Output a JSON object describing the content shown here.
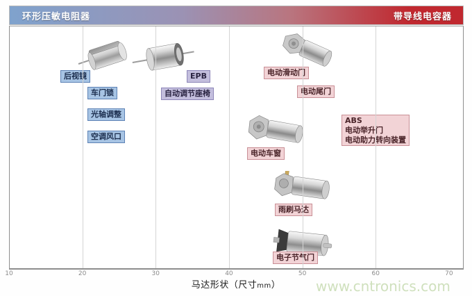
{
  "banner": {
    "left_label": "环形压敏电阻器",
    "right_label": "带导线电容器",
    "left_color": "#7fa2cd",
    "right_color": "#c0282f"
  },
  "chart_data": {
    "type": "scatter",
    "title": "",
    "xlabel": "马达形状（尺寸mm）",
    "ylabel": "",
    "xlim": [
      10,
      72
    ],
    "xticks": [
      10,
      20,
      30,
      40,
      50,
      60,
      70
    ],
    "gridlines": [
      20,
      30,
      40,
      50,
      60
    ],
    "grid": true,
    "legend": "none",
    "annotations": [
      {
        "label": "后视镜",
        "x": 18.5,
        "group": "varistor",
        "color": "#a7c4e4"
      },
      {
        "label": "车门锁",
        "x": 21.5,
        "group": "varistor",
        "color": "#a7c4e4"
      },
      {
        "label": "光轴调整",
        "x": 21.5,
        "group": "varistor",
        "color": "#a7c4e4"
      },
      {
        "label": "空调风口",
        "x": 21.5,
        "group": "varistor",
        "color": "#a7c4e4"
      },
      {
        "label": "EPB",
        "x": 31.5,
        "group": "mixed",
        "color": "#c3bedd"
      },
      {
        "label": "自动调节座椅",
        "x": 31.0,
        "group": "mixed",
        "color": "#c3bedd"
      },
      {
        "label": "电动滑动门",
        "x": 42.0,
        "group": "capacitor",
        "color": "#f2d3d6"
      },
      {
        "label": "电动尾门",
        "x": 44.5,
        "group": "capacitor",
        "color": "#f2d3d6"
      },
      {
        "label": "电动车窗",
        "x": 41.5,
        "group": "capacitor",
        "color": "#f2d3d6"
      },
      {
        "label": "雨刷马达",
        "x": 44.0,
        "group": "capacitor",
        "color": "#f2d3d6"
      },
      {
        "label": "电子节气门",
        "x": 44.5,
        "group": "capacitor",
        "color": "#f2d3d6"
      },
      {
        "label": "ABS\n电动举升门\n电动助力转向装置",
        "x": 55.0,
        "group": "capacitor",
        "color": "#f2d3d6"
      }
    ]
  },
  "axis": {
    "ticks": [
      "10",
      "20",
      "30",
      "40",
      "50",
      "60",
      "70"
    ],
    "title": "马达形状（尺寸",
    "title_unit": "mm",
    "title_close": "）"
  },
  "tags": {
    "rearview_mirror": "后视镜",
    "door_lock": "车门锁",
    "optical_axis": "光轴调整",
    "ac_vent": "空调风口",
    "epb": "EPB",
    "power_seat": "自动调节座椅",
    "sliding_door": "电动滑动门",
    "tailgate": "电动尾门",
    "power_window": "电动车窗",
    "wiper_motor": "雨刷马达",
    "throttle": "电子节气门",
    "abs_block": "ABS\n电动举升门\n电动助力转向装置"
  },
  "watermark": "www.cntronics.com"
}
